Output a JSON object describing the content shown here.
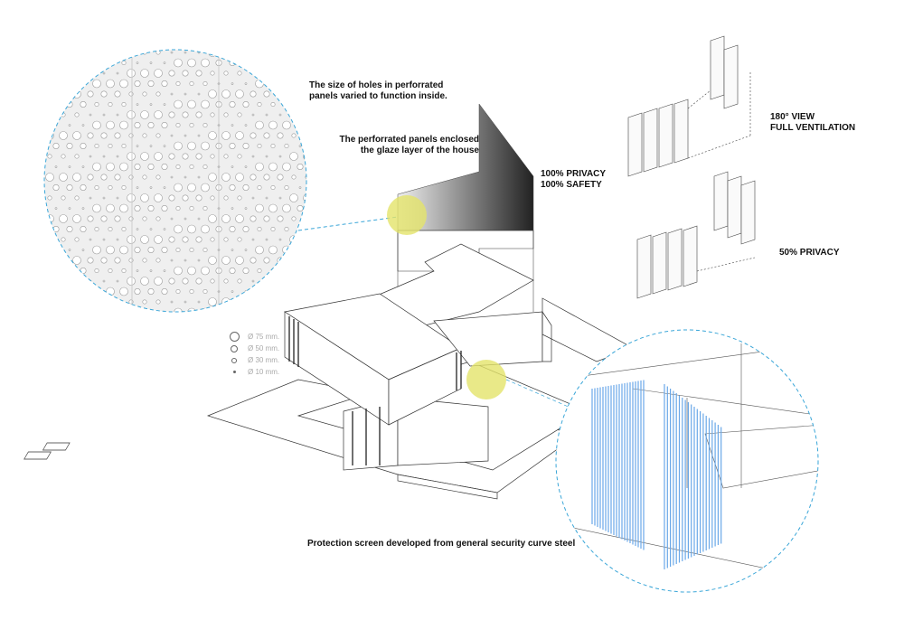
{
  "annotations": {
    "hole_size": [
      "The size of holes in perforrated",
      "panels varied to function inside."
    ],
    "panels_enclosed": [
      "The perforrated panels enclosed",
      "the glaze layer of the house"
    ],
    "privacy_full": [
      "100% PRIVACY",
      "100% SAFETY"
    ],
    "view": [
      "180° VIEW",
      "FULL VENTILATION"
    ],
    "privacy_half": "50% PRIVACY",
    "protection": "Protection screen developed from general security curve steel"
  },
  "legend": [
    {
      "label": "Ø 75 mm.",
      "size": 75
    },
    {
      "label": "Ø 50 mm.",
      "size": 50
    },
    {
      "label": "Ø 30 mm.",
      "size": 30
    },
    {
      "label": "Ø 10 mm.",
      "size": 10
    }
  ],
  "colors": {
    "callout": "#3aa6d8",
    "highlight": "#e3e36a",
    "screen": "#6aa8e8",
    "panel": "#f0f0f0"
  }
}
